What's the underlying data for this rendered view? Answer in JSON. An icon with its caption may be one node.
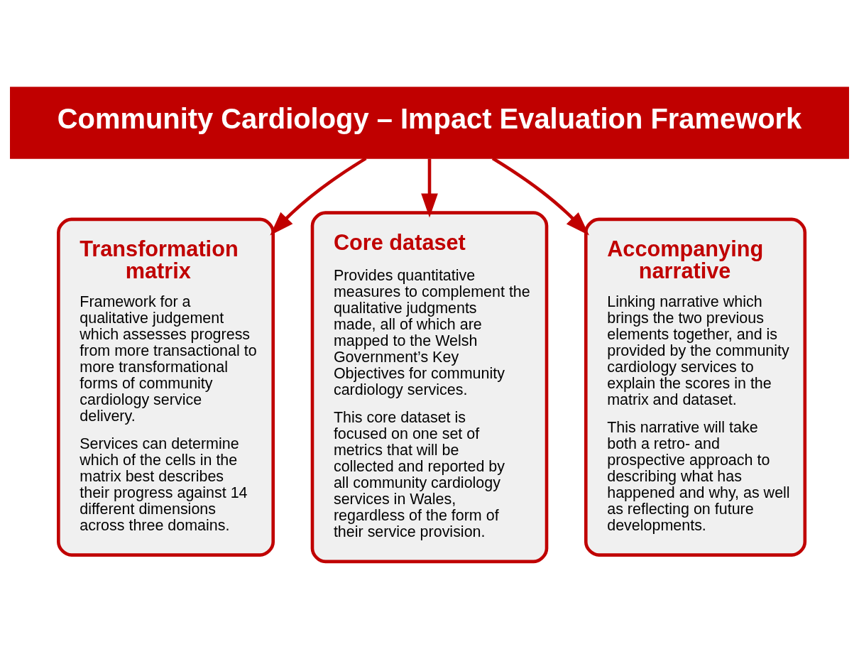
{
  "diagram": {
    "nodes": [
      {
        "text": [
          "Community Cardiology – Impact Evaluation Framework"
        ]
      },
      {
        "text": [
          "Transformation matrix",
          "Framework for a qualitative judgement which assesses progress from more transactional to more transformational forms of community cardiology service delivery.",
          "Services can determine which of the cells in the matrix best describes their progress against 14 different dimensions across three domains."
        ]
      },
      {
        "text": [
          "Core dataset",
          "Provides quantitative measures to complement the qualitative judgments made, all of which are mapped to the Welsh Government’s Key Objectives for community cardiology services.",
          "This core dataset is focused on one set of metrics that will be collected and reported by all community cardiology services in Wales, regardless of the form of their service provision."
        ]
      },
      {
        "text": [
          "Accompanying narrative",
          "Linking narrative which brings the two previous elements together, and is provided by the community cardiology services to explain the scores in the matrix and dataset.",
          "This narrative will take both a retro- and prospective approach to describing what has happened and why, as well as reflecting on future developments."
        ]
      }
    ],
    "edges": [
      {
        "from": 0,
        "to": 1,
        "arrow": "to"
      },
      {
        "from": 0,
        "to": 2,
        "arrow": "to"
      },
      {
        "from": 0,
        "to": 3,
        "arrow": "to"
      }
    ]
  }
}
